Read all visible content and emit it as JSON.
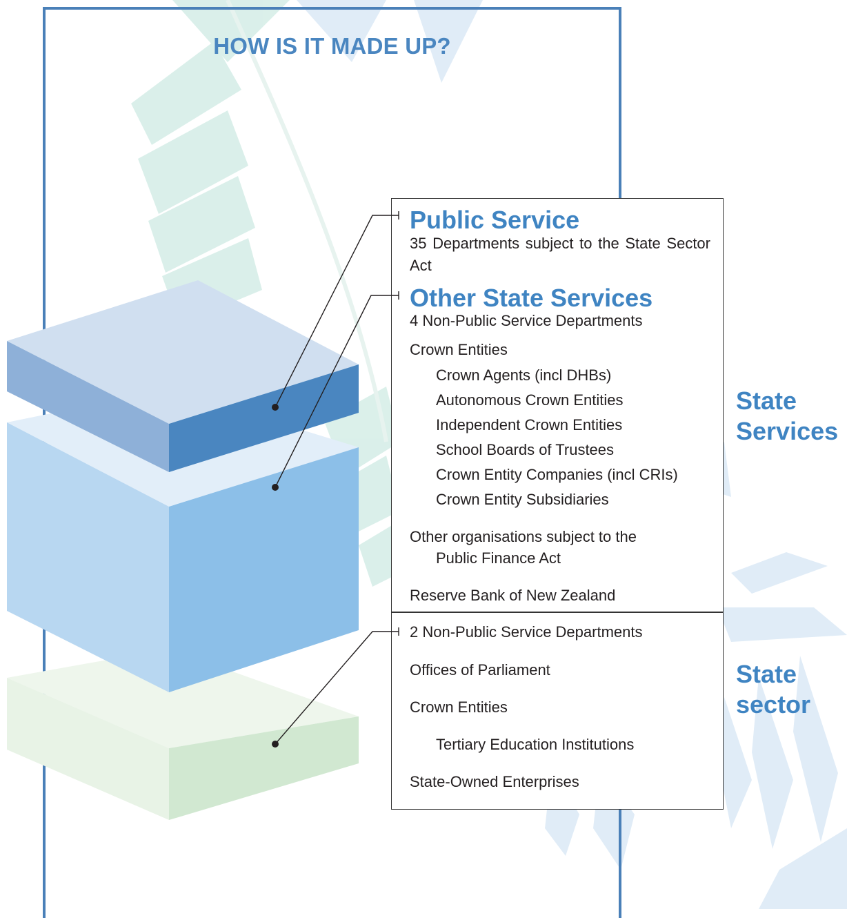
{
  "title": "HOW IS IT MADE UP?",
  "public_service": {
    "heading": "Public Service",
    "description": "35 Departments subject to the State Sector Act"
  },
  "other_state_services": {
    "heading": "Other State Services",
    "non_ps_departments": "4 Non-Public Service Departments",
    "crown_entities": "Crown Entities",
    "crown_entity_types": [
      "Crown Agents (incl DHBs)",
      "Autonomous Crown Entities",
      "Independent Crown Entities",
      "School Boards of Trustees",
      "Crown Entity Companies (incl CRIs)",
      "Crown Entity Subsidiaries"
    ],
    "other_orgs_line1": "Other organisations subject to the",
    "other_orgs_line2": "Public Finance Act",
    "reserve_bank": "Reserve Bank of New Zealand"
  },
  "state_sector_items": {
    "non_ps_departments": "2 Non-Public Service Departments",
    "offices_of_parliament": "Offices of Parliament",
    "crown_entities": "Crown Entities",
    "tertiary": "Tertiary Education Institutions",
    "soe": "State-Owned Enterprises"
  },
  "side_labels": {
    "state_services_line1": "State",
    "state_services_line2": "Services",
    "state_sector_line1": "State",
    "state_sector_line2": "sector"
  },
  "colors": {
    "frame": "#4a80b8",
    "heading": "#3f84c2",
    "top_block": "#4a86c0",
    "middle_block": "#8dc0e8",
    "bottom_block": "#d2e8d2"
  }
}
